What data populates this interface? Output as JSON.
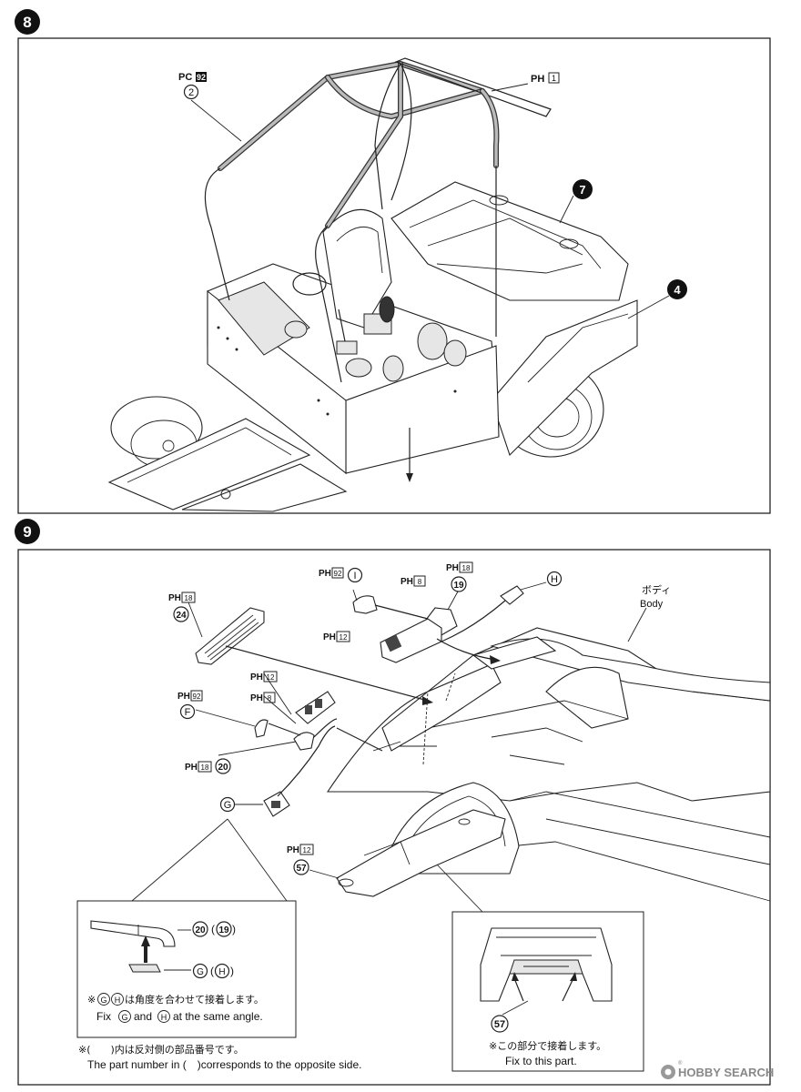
{
  "steps": [
    {
      "number": "8",
      "parts": [
        {
          "plate": "PC",
          "plate_no": "92",
          "part": "2"
        },
        {
          "plate": "PH",
          "plate_no": "1"
        }
      ],
      "callouts": [
        "7",
        "4"
      ]
    },
    {
      "number": "9",
      "parts": [
        {
          "plate": "PH",
          "plate_no": "92",
          "part": "I"
        },
        {
          "plate": "PH",
          "plate_no": "8"
        },
        {
          "plate": "PH",
          "plate_no": "18",
          "part": "19"
        },
        {
          "plate": "PH",
          "plate_no": "12"
        },
        {
          "part": "H"
        },
        {
          "plate": "PH",
          "plate_no": "18",
          "part": "24"
        },
        {
          "plate": "PH",
          "plate_no": "12"
        },
        {
          "plate": "PH",
          "plate_no": "8"
        },
        {
          "plate": "PH",
          "plate_no": "92",
          "part": "F"
        },
        {
          "plate": "PH",
          "plate_no": "18",
          "part": "20"
        },
        {
          "part": "G"
        },
        {
          "plate": "PH",
          "plate_no": "12",
          "part": "57"
        }
      ],
      "body_label_ja": "ボディ",
      "body_label_en": "Body"
    }
  ],
  "detail_left": {
    "top_label": "20",
    "top_label_alt": "19",
    "bottom_label": "G",
    "bottom_label_alt": "H",
    "note_mark": "※",
    "note_ja": "は角度を合わせて接着します。",
    "note_en_fix": "Fix",
    "note_en_and": "and",
    "note_en_rest": "at the same angle."
  },
  "detail_right": {
    "part": "57",
    "note_ja": "※この部分で接着します。",
    "note_en": "Fix to this part."
  },
  "footnote_ja": "※(　　)内は反対側の部品番号です。",
  "footnote_en": "The part number in (　)corresponds to the opposite side.",
  "watermark": "HOBBY SEARCH",
  "watermark_symbol": "®"
}
